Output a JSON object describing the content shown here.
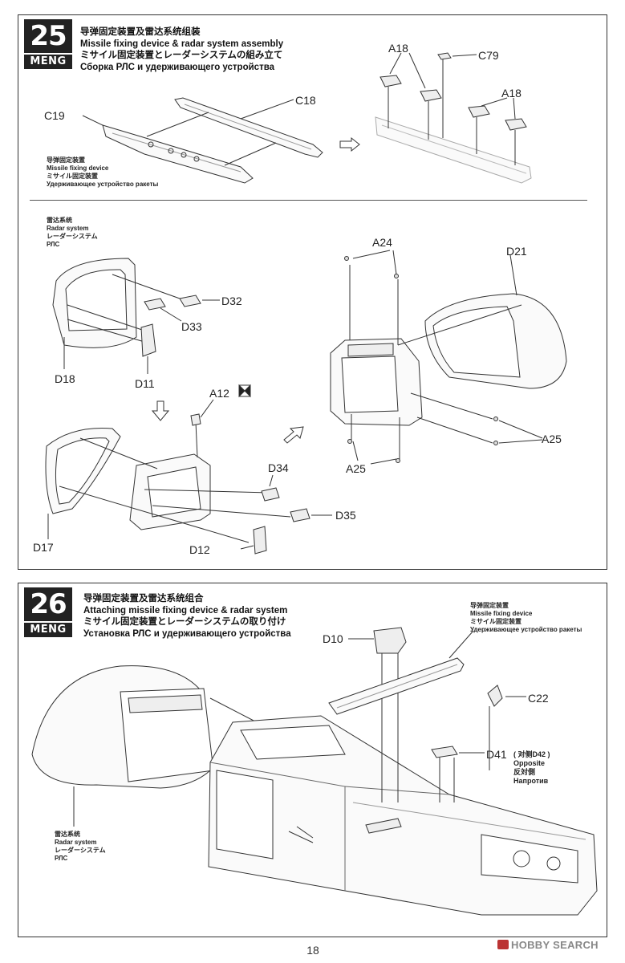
{
  "step25": {
    "number": "25",
    "brand": "MENG",
    "title_zh": "导弹固定装置及雷达系统组装",
    "title_en": "Missile fixing device & radar system assembly",
    "title_ja": "ミサイル固定装置とレーダーシステムの組み立て",
    "title_ru": "Сборка РЛС и удерживающего устройства",
    "sub_missile": {
      "zh": "导弹固定装置",
      "en": "Missile fixing device",
      "ja": "ミサイル固定装置",
      "ru": "Удерживающее устройство ракеты"
    },
    "sub_radar": {
      "zh": "雷达系统",
      "en": "Radar system",
      "ja": "レーダーシステム",
      "ru": "РЛС"
    },
    "parts": {
      "c19": "C19",
      "c18": "C18",
      "a18_top": "A18",
      "c79": "C79",
      "a18_right": "A18",
      "d32": "D32",
      "d33": "D33",
      "d18": "D18",
      "d11": "D11",
      "a12": "A12",
      "d34": "D34",
      "d35": "D35",
      "d17": "D17",
      "d12": "D12",
      "a24": "A24",
      "d21": "D21",
      "a25_right": "A25",
      "a25_bottom": "A25"
    }
  },
  "step26": {
    "number": "26",
    "brand": "MENG",
    "title_zh": "导弹固定装置及雷达系统组合",
    "title_en": "Attaching missile fixing device & radar system",
    "title_ja": "ミサイル固定装置とレーダーシステムの取り付け",
    "title_ru": "Установка РЛС и удерживающего устройства",
    "sub_missile": {
      "zh": "导弹固定装置",
      "en": "Missile fixing device",
      "ja": "ミサイル固定装置",
      "ru": "Удерживающее устройство ракеты"
    },
    "sub_radar": {
      "zh": "雷达系统",
      "en": "Radar system",
      "ja": "レーダーシステム",
      "ru": "РЛС"
    },
    "parts": {
      "d10": "D10",
      "c22": "C22",
      "d41": "D41",
      "d41_note": "( 对侧D42 )",
      "opposite_en": "Opposite",
      "opposite_ja": "反対側",
      "opposite_ru": "Напротив"
    }
  },
  "footer": {
    "page_number": "18",
    "watermark": "HOBBY SEARCH"
  }
}
